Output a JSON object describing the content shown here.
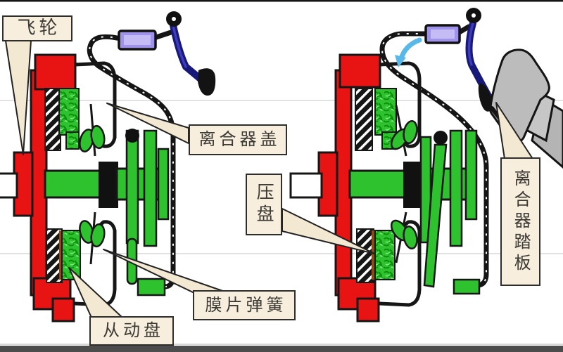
{
  "diagram": {
    "type": "clutch-mechanism-cross-section",
    "left_figure": "clutch engaged (pedal released)",
    "right_figure": "clutch disengaged (pedal pressed by foot)"
  },
  "labels": {
    "flywheel": "飞轮",
    "clutch_cover": "离合器盖",
    "pressure_plate": "压盘",
    "diaphragm_spring": "膜片弹簧",
    "driven_plate": "从动盘",
    "clutch_pedal": "离合器踏板"
  },
  "colors": {
    "flywheel_red": "#e81414",
    "component_green": "#2ec22e",
    "adjuster_purple": "#9f92ea",
    "pedal_blue": "#1a1a85",
    "foot_gray": "#bcbcbc",
    "label_cream": "#f7eedd",
    "motion_arrow_blue": "#58b8e8",
    "outline_black": "#161616"
  }
}
